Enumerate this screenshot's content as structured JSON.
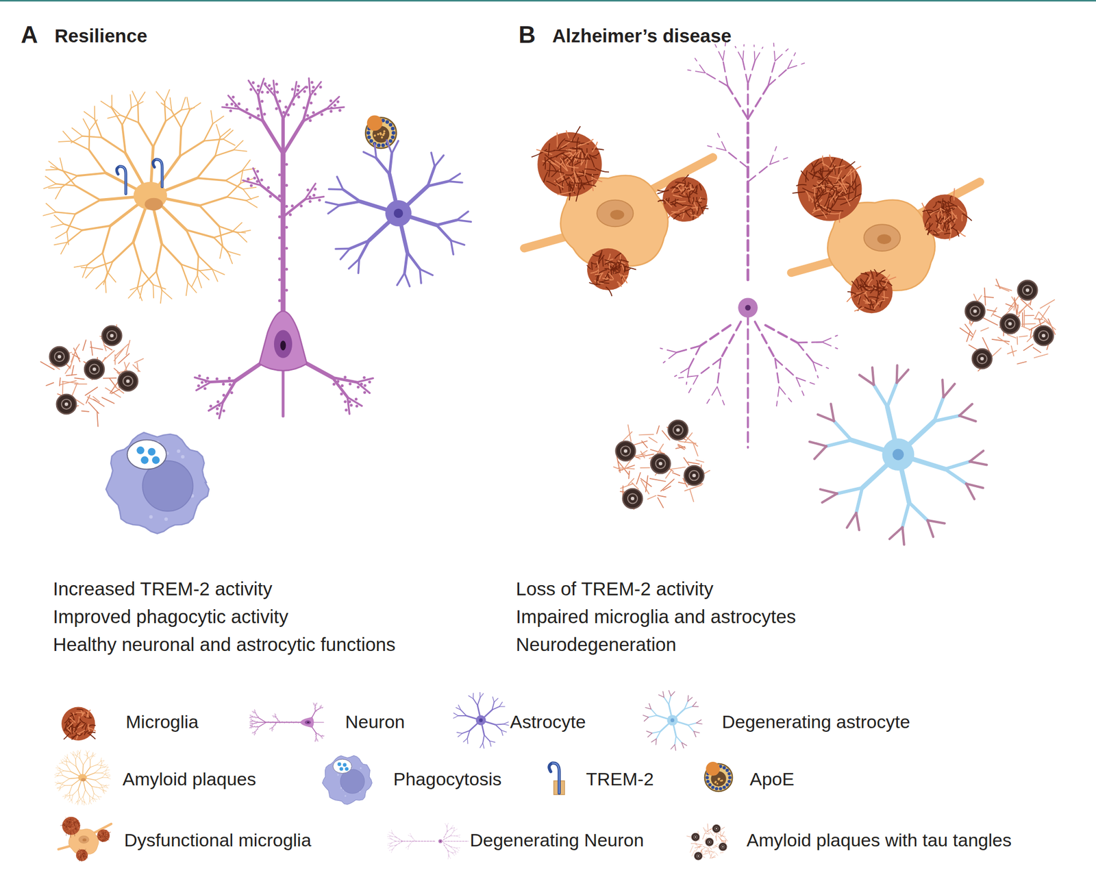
{
  "diagram": {
    "labels": [
      "A",
      "Resilience",
      "B",
      "Alzheimer’s disease",
      "Increased TREM-2 activity",
      "Improved phagocytic activity",
      "Healthy neuronal and astrocytic functions",
      "Loss of TREM-2 activity",
      "Impaired microglia and astrocytes",
      "Neurodegeneration"
    ],
    "legend": [
      {
        "text": "Microglia"
      },
      {
        "text": "Neuron"
      },
      {
        "text": "Astrocyte"
      },
      {
        "text": "Degenerating astrocyte"
      },
      {
        "text": "Amyloid plaques"
      },
      {
        "text": "Phagocytosis"
      },
      {
        "text": "TREM-2"
      },
      {
        "text": "ApoE"
      },
      {
        "text": "Dysfunctional microglia"
      },
      {
        "text": "Degenerating Neuron"
      },
      {
        "text": "Amyloid plaques with tau tangles"
      }
    ]
  }
}
